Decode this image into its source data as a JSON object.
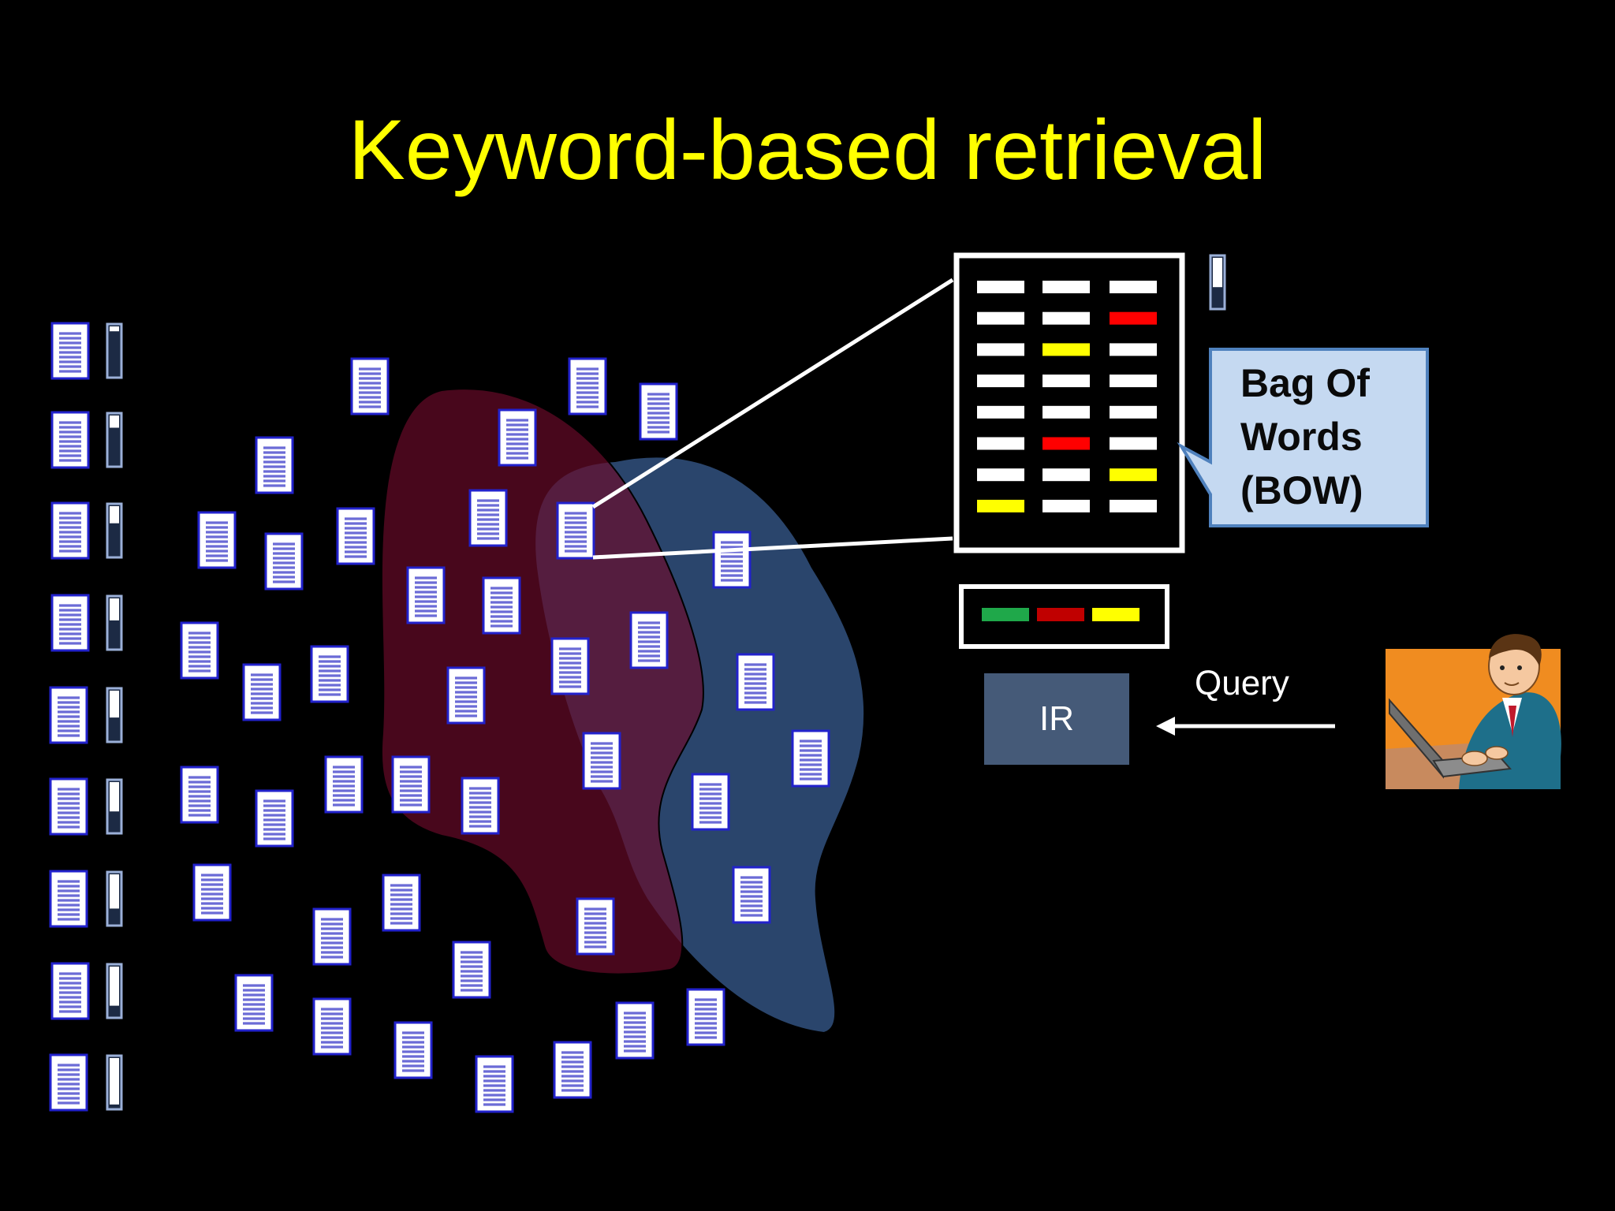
{
  "title": "Keyword-based retrieval",
  "callout": {
    "line1": "Bag Of",
    "line2": "Words",
    "line3": "(BOW)"
  },
  "ir_box": {
    "label": "IR"
  },
  "query": {
    "label": "Query"
  },
  "icons": {
    "document": "document-icon",
    "score_bar": "score-bar-icon",
    "user": "user-at-laptop-icon"
  },
  "colors": {
    "background": "#000000",
    "title": "#ffff00",
    "cluster_one": "#6a0a2a",
    "cluster_two": "#2f4d78",
    "ir_box": "#455a78",
    "callout": "#c5d9f1",
    "term_white": "#ffffff",
    "term_red": "#ff0000",
    "term_yellow": "#ffff00",
    "query_green": "#1fa84a",
    "query_red": "#c00000",
    "query_yellow": "#ffff00"
  },
  "bow_vector": {
    "rows": [
      [
        "white",
        "white",
        "white"
      ],
      [
        "white",
        "white",
        "red"
      ],
      [
        "white",
        "yellow",
        "white"
      ],
      [
        "white",
        "white",
        "white"
      ],
      [
        "white",
        "white",
        "white"
      ],
      [
        "white",
        "red",
        "white"
      ],
      [
        "white",
        "white",
        "yellow"
      ],
      [
        "yellow",
        "white",
        "white"
      ]
    ]
  },
  "query_vector": {
    "terms": [
      "green",
      "red",
      "yellow"
    ]
  },
  "ranked_scores": [
    0.9,
    0.75,
    0.65,
    0.55,
    0.45,
    0.4,
    0.3,
    0.2,
    0.05
  ],
  "bow_score": 0.4
}
